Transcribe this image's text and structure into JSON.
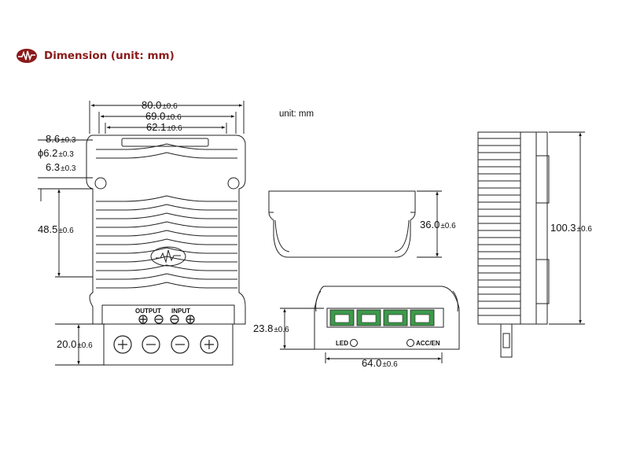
{
  "header": {
    "title": "Dimension (unit: mm)",
    "logo_icon": "brand-waveform-logo",
    "accent_color": "#8b1a1a"
  },
  "drawing": {
    "unit_note": "unit: mm",
    "top_view": {
      "width_overall": "80.0",
      "width_inner": "69.0",
      "width_fins": "62.1",
      "dim_8_6": "8.6",
      "hole_dia": "ϕ6.2",
      "dim_6_3": "6.3",
      "height_48_5": "48.5",
      "height_20_0": "20.0",
      "tolerance_a": "±0.3",
      "tolerance_b": "±0.6",
      "terminal_output": "OUTPUT",
      "terminal_input": "INPUT"
    },
    "front_view": {
      "height": "36.0",
      "tolerance": "±0.6"
    },
    "end_view": {
      "height": "23.8",
      "width": "64.0",
      "tolerance": "±0.6",
      "led_label": "LED",
      "acc_label": "ACC/EN"
    },
    "side_view": {
      "length": "100.3",
      "tolerance": "±0.6"
    }
  }
}
